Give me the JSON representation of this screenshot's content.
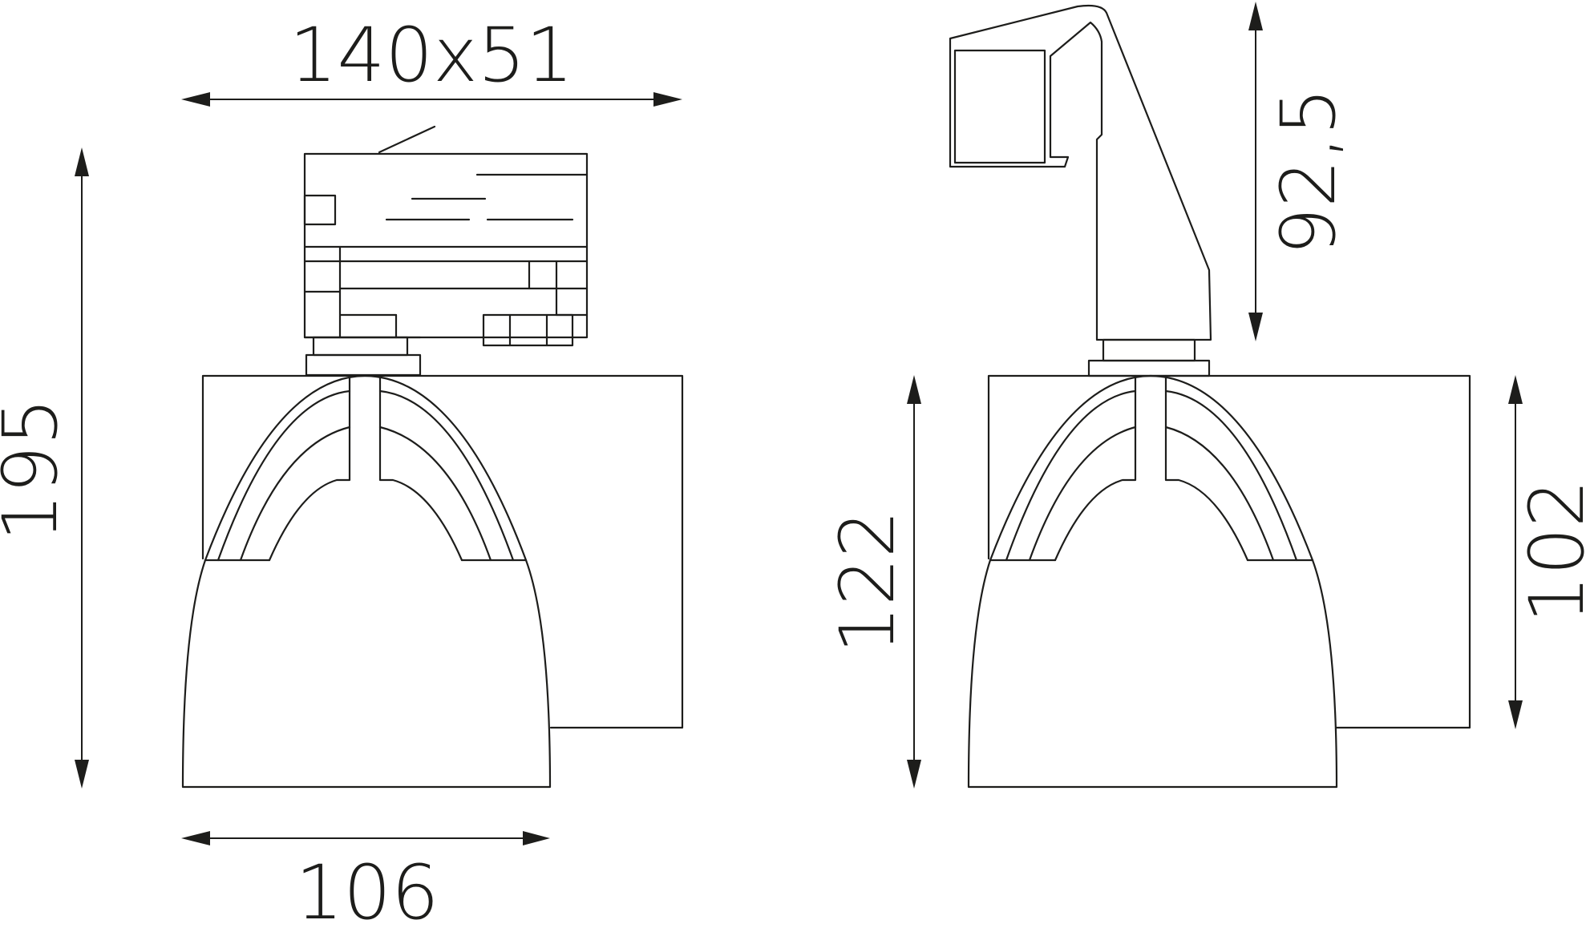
{
  "dimensions": {
    "width_depth": "140x51",
    "height_total": "195",
    "lamp_width": "106",
    "adapter_height": "92,5",
    "lamp_height": "122",
    "bracket_height": "102"
  }
}
